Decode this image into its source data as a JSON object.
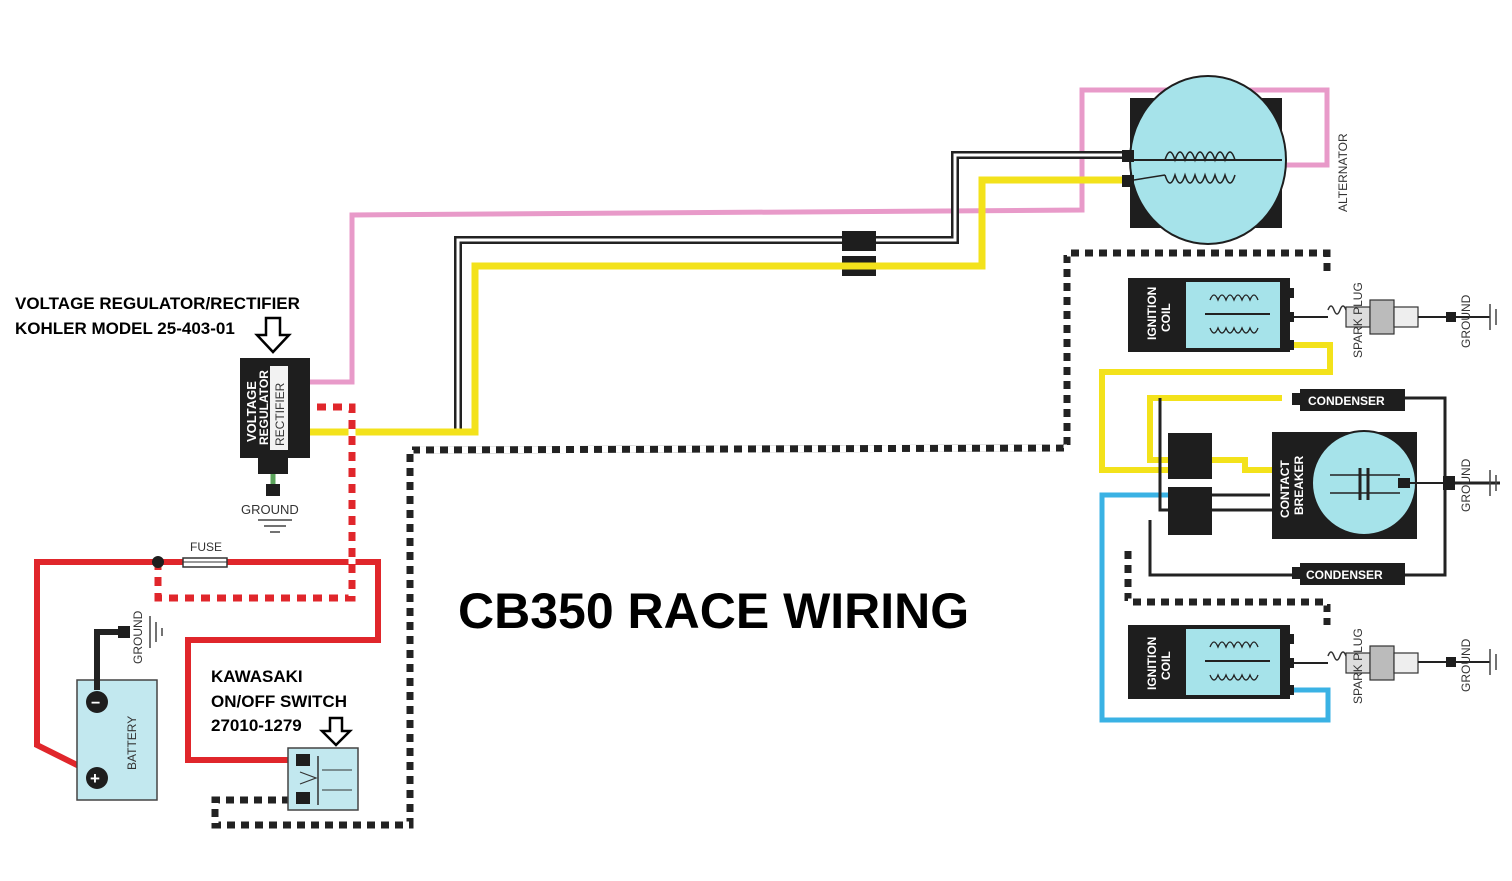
{
  "title": "CB350 RACE WIRING",
  "regulator": {
    "callout_line1": "VOLTAGE REGULATOR/RECTIFIER",
    "callout_line2": "KOHLER MODEL 25-403-01",
    "label_line1": "VOLTAGE",
    "label_line2": "REGULATOR",
    "label_line3": "RECTIFIER",
    "ground_label": "GROUND"
  },
  "switch": {
    "callout_line1": "KAWASAKI",
    "callout_line2": "ON/OFF SWITCH",
    "callout_line3": "27010-1279"
  },
  "battery": {
    "label": "BATTERY",
    "minus": "−",
    "plus": "+",
    "ground_label": "GROUND"
  },
  "fuse": {
    "label": "FUSE"
  },
  "alternator": {
    "label": "ALTERNATOR"
  },
  "ignition_top": {
    "coil_line1": "IGNITION",
    "coil_line2": "COIL",
    "plug_label": "SPARK PLUG",
    "ground_label": "GROUND"
  },
  "ignition_bottom": {
    "coil_line1": "IGNITION",
    "coil_line2": "COIL",
    "plug_label": "SPARK PLUG",
    "ground_label": "GROUND"
  },
  "condenser_top": {
    "label": "CONDENSER"
  },
  "condenser_bottom": {
    "label": "CONDENSER"
  },
  "contact_breaker": {
    "label_line1": "CONTACT",
    "label_line2": "BREAKER",
    "ground_label": "GROUND"
  },
  "colors": {
    "wire_pink": "#e89ac9",
    "wire_yellow": "#f3e21b",
    "wire_red": "#e0262b",
    "wire_blue": "#3ab2e4",
    "wire_black": "#222222",
    "component_fill": "#a6e3ea",
    "component_body": "#1e1e1e"
  }
}
